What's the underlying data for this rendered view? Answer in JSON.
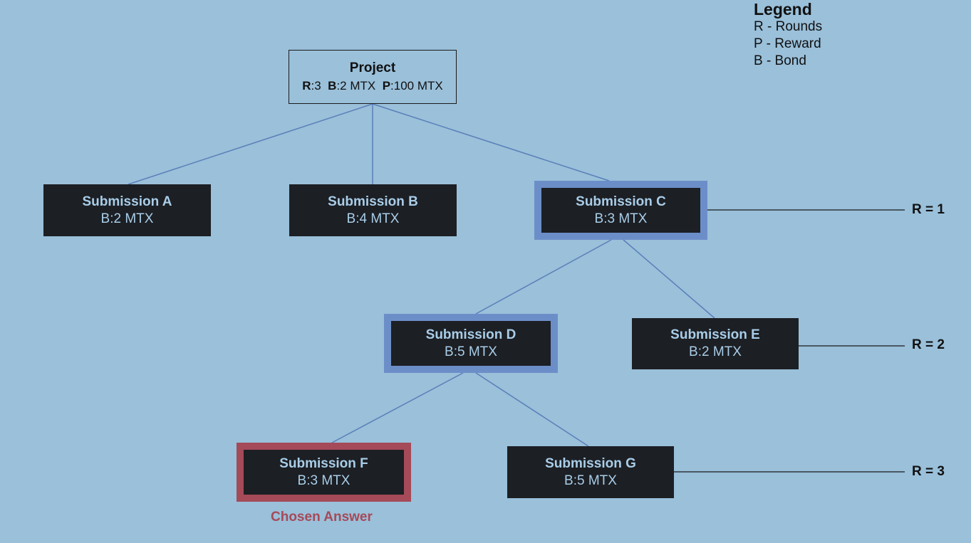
{
  "legend": {
    "title": "Legend",
    "items": [
      "R - Rounds",
      "P - Reward",
      "B - Bond"
    ]
  },
  "project": {
    "title": "Project",
    "rounds_key": "R",
    "rounds_val": ":3",
    "bond_key": "B",
    "bond_val": ":2 MTX",
    "reward_key": "P",
    "reward_val": ":100 MTX"
  },
  "submissions": {
    "a": {
      "title": "Submission A",
      "bond": "B:2 MTX"
    },
    "b": {
      "title": "Submission B",
      "bond": "B:4 MTX"
    },
    "c": {
      "title": "Submission C",
      "bond": "B:3 MTX"
    },
    "d": {
      "title": "Submission D",
      "bond": "B:5 MTX"
    },
    "e": {
      "title": "Submission E",
      "bond": "B:2 MTX"
    },
    "f": {
      "title": "Submission F",
      "bond": "B:3 MTX"
    },
    "g": {
      "title": "Submission G",
      "bond": "B:5 MTX"
    }
  },
  "rounds": [
    "R = 1",
    "R = 2",
    "R = 3"
  ],
  "chosen_label": "Chosen Answer",
  "colors": {
    "background": "#9ac0da",
    "node_fill": "#1c1f24",
    "node_text": "#a9cde8",
    "highlight_blue": "#6c8ec8",
    "highlight_red": "#a54a58",
    "connector": "#5a7fb8"
  }
}
